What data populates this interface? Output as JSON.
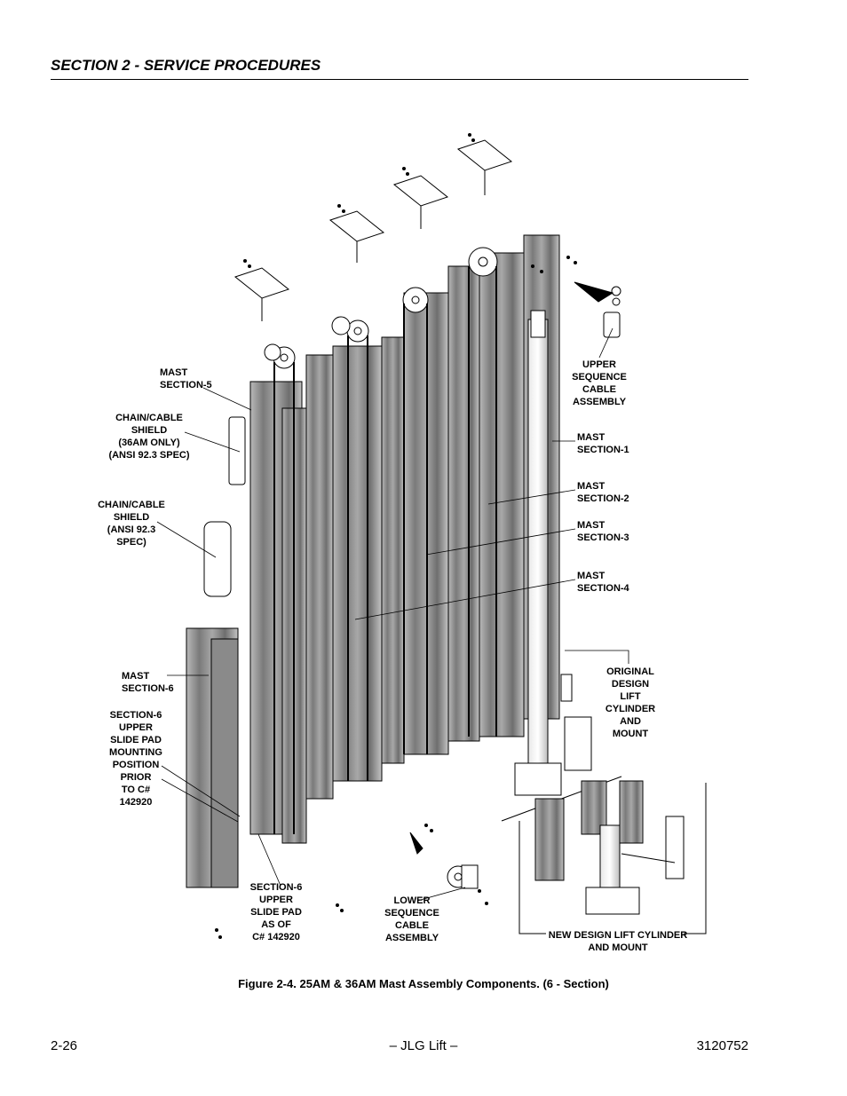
{
  "header": {
    "section": "SECTION 2 - SERVICE PROCEDURES"
  },
  "labels": {
    "mast_section_5": [
      "MAST",
      "SECTION-5"
    ],
    "chain_shield_36am": [
      "CHAIN/CABLE",
      "SHIELD",
      "(36AM ONLY)",
      "(ANSI 92.3 SPEC)"
    ],
    "chain_shield": [
      "CHAIN/CABLE",
      "SHIELD",
      "(ANSI 92.3",
      "SPEC)"
    ],
    "mast_section_6": [
      "MAST",
      "SECTION-6"
    ],
    "section6_prior": [
      "SECTION-6",
      "UPPER",
      "SLIDE PAD",
      "MOUNTING",
      "POSITION",
      "PRIOR",
      "TO C#",
      "142920"
    ],
    "section6_as_of": [
      "SECTION-6",
      "UPPER",
      "SLIDE PAD",
      "AS OF",
      "C# 142920"
    ],
    "lower_sequence": [
      "LOWER",
      "SEQUENCE",
      "CABLE",
      "ASSEMBLY"
    ],
    "upper_sequence": [
      "UPPER",
      "SEQUENCE",
      "CABLE",
      "ASSEMBLY"
    ],
    "mast_section_1": [
      "MAST",
      "SECTION-1"
    ],
    "mast_section_2": [
      "MAST",
      "SECTION-2"
    ],
    "mast_section_3": [
      "MAST",
      "SECTION-3"
    ],
    "mast_section_4": [
      "MAST",
      "SECTION-4"
    ],
    "original_design": [
      "ORIGINAL",
      "DESIGN",
      "LIFT",
      "CYLINDER",
      "AND",
      "MOUNT"
    ],
    "new_design": [
      "NEW DESIGN LIFT CYLINDER",
      "AND MOUNT"
    ]
  },
  "caption": "Figure 2-4.  25AM & 36AM Mast Assembly Components. (6 - Section)",
  "footer": {
    "page": "2-26",
    "center": "– JLG Lift –",
    "doc_number": "3120752"
  }
}
